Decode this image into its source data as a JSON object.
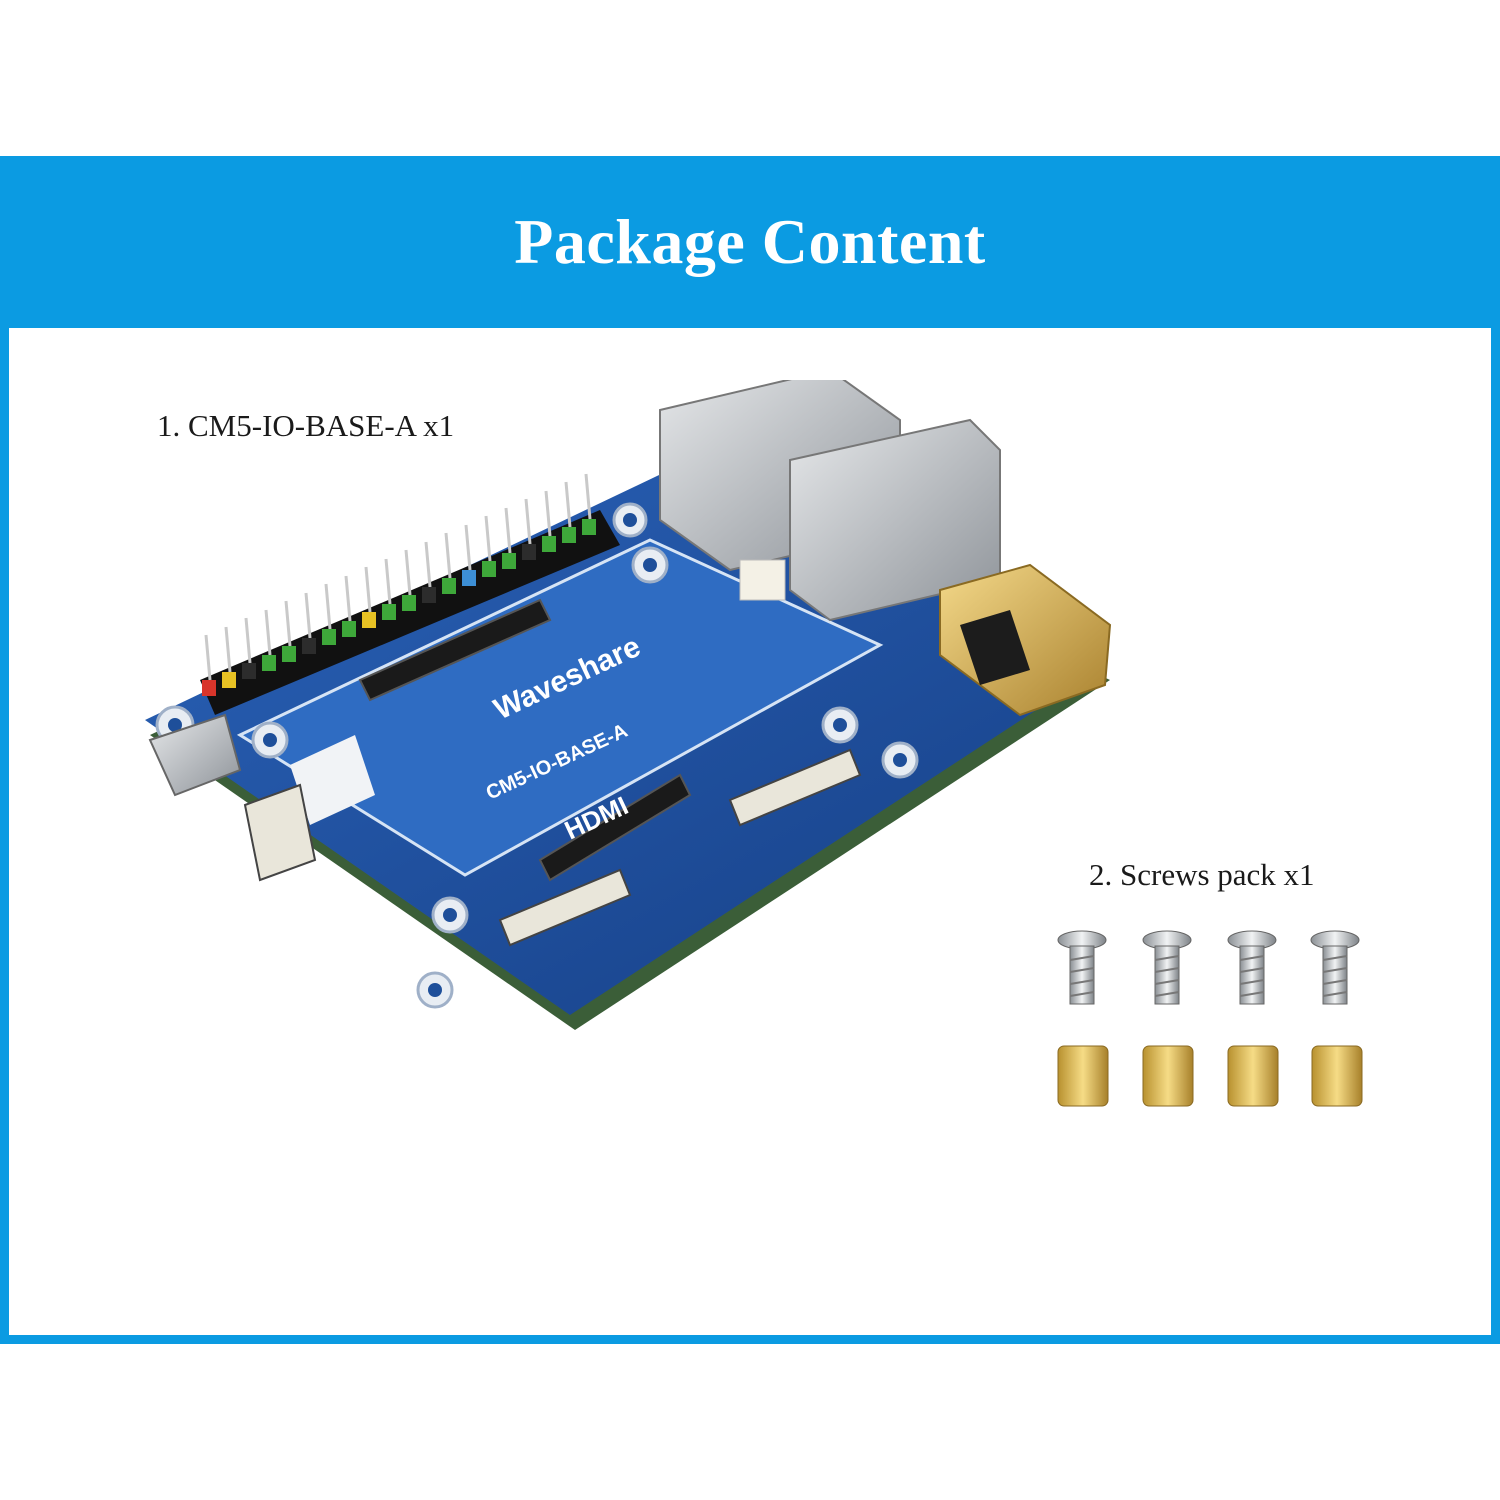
{
  "banner": {
    "title": "Package Content",
    "color": "#0b9be2"
  },
  "items": [
    {
      "label": "1. CM5-IO-BASE-A x1"
    },
    {
      "label": "2. Screws pack x1"
    }
  ],
  "board": {
    "brand": "Waveshare",
    "model": "CM5-IO-BASE-A",
    "port_label": "HDMI",
    "pcb_color": "#1e4f9a"
  },
  "screws_pack": {
    "screws": 4,
    "standoffs": 4
  }
}
